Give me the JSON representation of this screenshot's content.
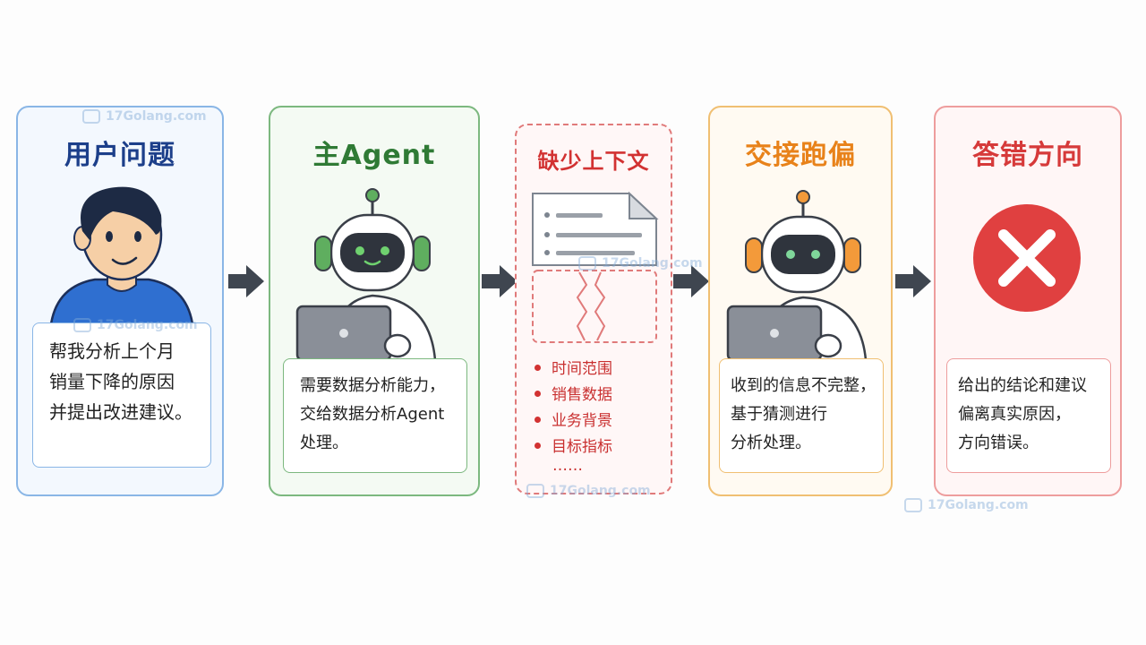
{
  "steps": [
    {
      "title": "用户问题",
      "lines": [
        "帮我分析上个月",
        "销量下降的原因",
        "并提出改进建议。"
      ]
    },
    {
      "title": "主Agent",
      "lines": [
        "需要数据分析能力，",
        "交给数据分析Agent",
        "处理。"
      ]
    },
    {
      "title": "缺少上下文",
      "items": [
        "时间范围",
        "销售数据",
        "业务背景",
        "目标指标"
      ],
      "ellipsis": "……"
    },
    {
      "title": "交接跑偏",
      "lines": [
        "收到的信息不完整，",
        "基于猜测进行",
        "分析处理。"
      ]
    },
    {
      "title": "答错方向",
      "lines": [
        "给出的结论和建议",
        "偏离真实原因，",
        "方向错误。"
      ]
    }
  ],
  "watermark": "17Golang.com",
  "colors": {
    "user_blue": "#1c3f8a",
    "agent_green": "#2f7a35",
    "missing_red": "#d23232",
    "handoff_orange": "#e8821a",
    "wrong_red": "#e04040",
    "arrow": "#3f4650"
  },
  "icons": [
    "user-avatar-icon",
    "robot-green-icon",
    "broken-document-icon",
    "robot-orange-icon",
    "error-x-icon",
    "arrow-right-icon"
  ]
}
